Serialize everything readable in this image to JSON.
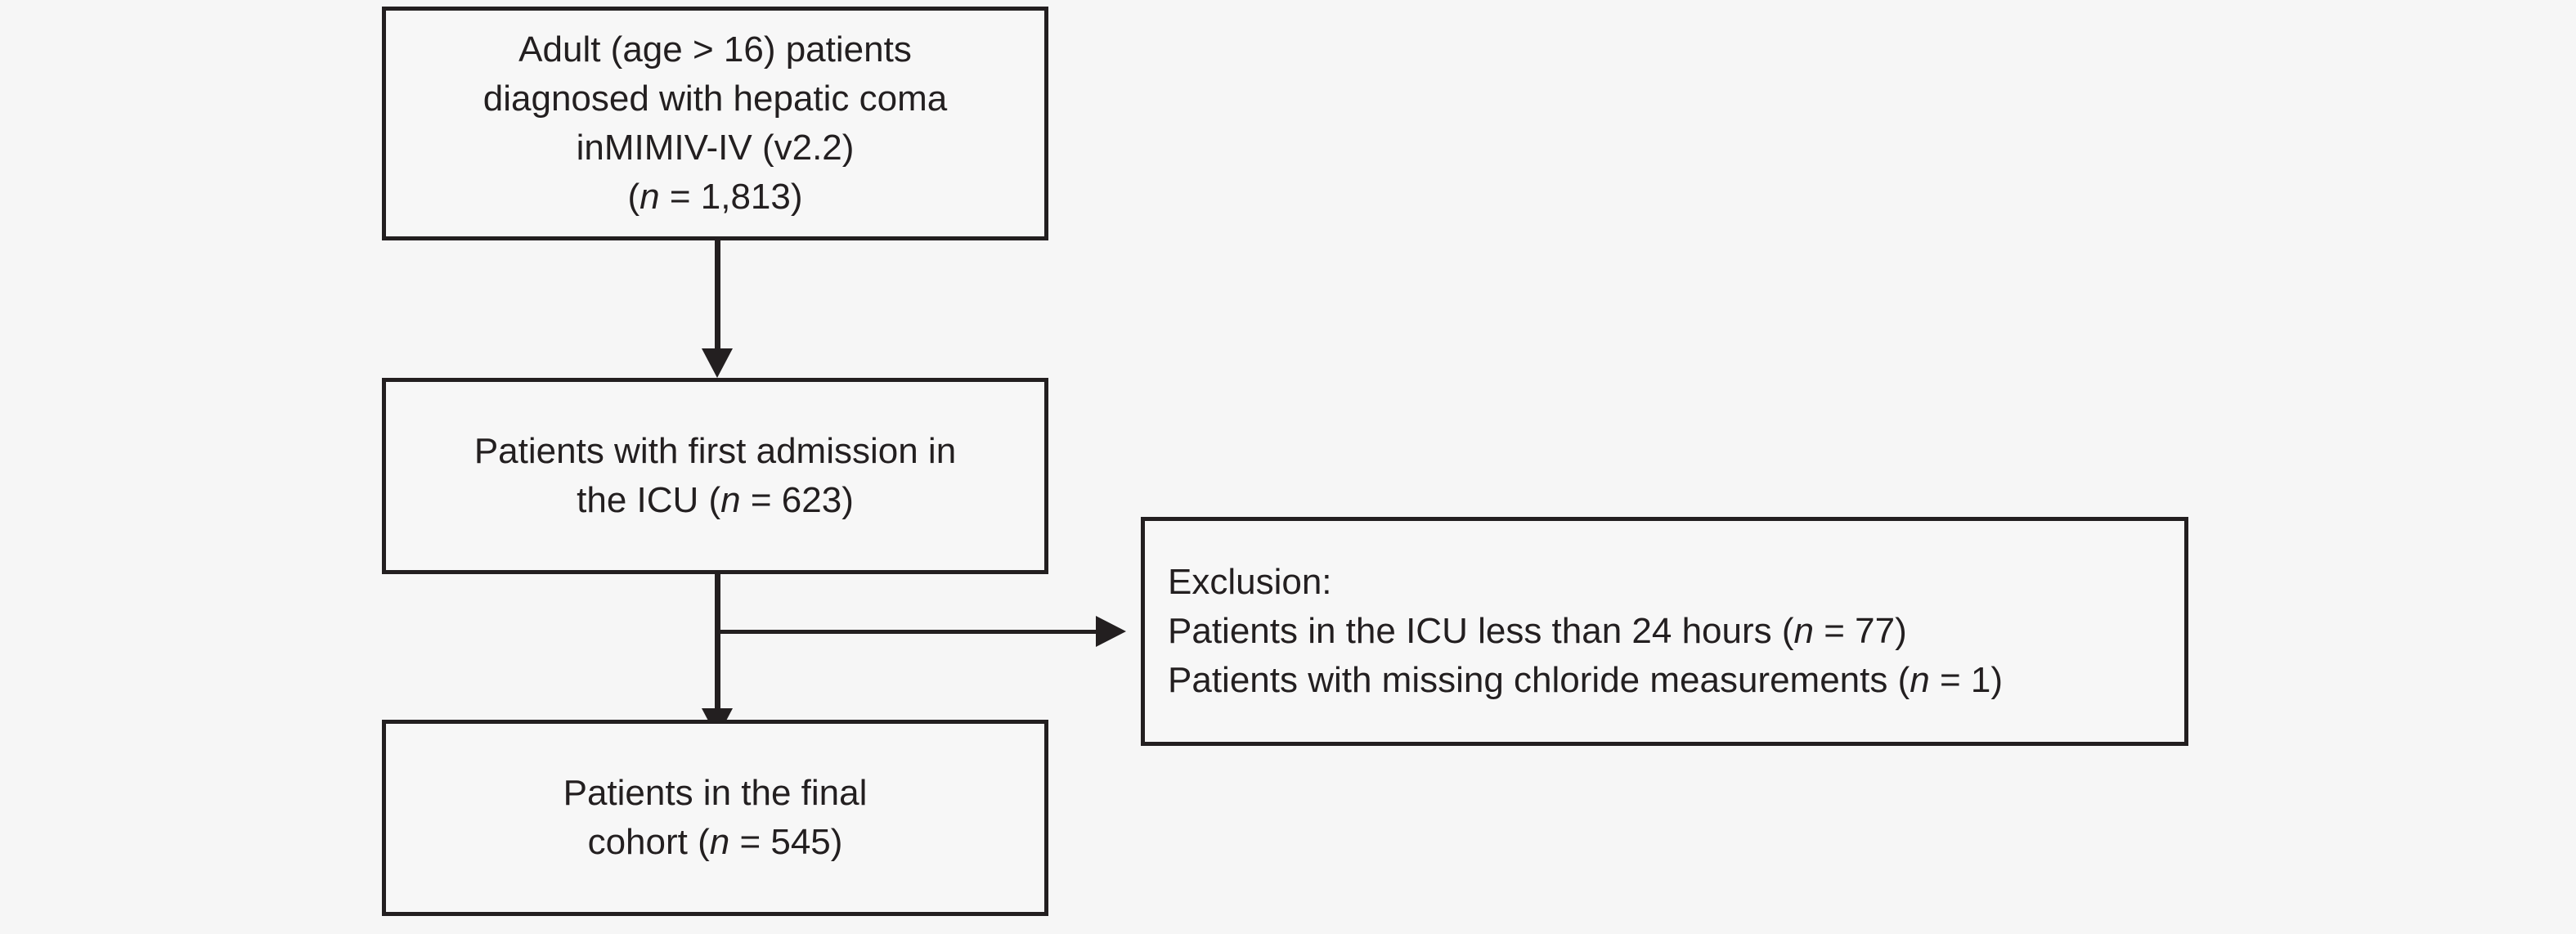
{
  "diagram": {
    "type": "study-flow-diagram",
    "background_color": "#f6f6f6",
    "stroke_color": "#231f20",
    "nodes": [
      {
        "id": "source-cohort",
        "align": "center",
        "lines": [
          "Adult (age > 16) patients",
          "diagnosed with hepatic coma",
          "inMIMIV-IV (v2.2)",
          "(n = 1,813)"
        ],
        "n_label": "n",
        "n_value": "1,813"
      },
      {
        "id": "first-admission",
        "align": "center",
        "lines": [
          "Patients with first admission in",
          "the ICU (n = 623)"
        ],
        "n_label": "n",
        "n_value": "623"
      },
      {
        "id": "exclusion",
        "align": "left",
        "lines": [
          "Exclusion:",
          "Patients in the ICU less than 24 hours (n = 77)",
          "Patients with missing chloride measurements (n = 1)"
        ],
        "heading": "Exclusion:",
        "criteria": [
          {
            "text": "Patients in the ICU less than 24 hours",
            "n_label": "n",
            "n_value": "77"
          },
          {
            "text": "Patients with missing chloride measurements",
            "n_label": "n",
            "n_value": "1"
          }
        ]
      },
      {
        "id": "final-cohort",
        "align": "center",
        "lines": [
          "Patients in the final",
          "cohort (n = 545)"
        ],
        "n_label": "n",
        "n_value": "545"
      }
    ],
    "text": {
      "source_line1": "Adult (age > 16) patients",
      "source_line2": "diagnosed with hepatic coma",
      "source_line3": "inMIMIV-IV (v2.2)",
      "source_paren_open": "(",
      "source_n_italic": "n",
      "source_n_rest": " = 1,813)",
      "firstadm_line1": "Patients with first admission in",
      "firstadm_line2_a": "the ICU (",
      "firstadm_n_italic": "n",
      "firstadm_line2_b": " = 623)",
      "excl_heading": "Exclusion:",
      "excl_line1_a": "Patients in the ICU less than 24 hours (",
      "excl_line1_n": "n",
      "excl_line1_b": " = 77)",
      "excl_line2_a": "Patients with missing chloride measurements (",
      "excl_line2_n": "n",
      "excl_line2_b": " = 1)",
      "final_line1": "Patients in the final",
      "final_line2_a": "cohort (",
      "final_n_italic": "n",
      "final_line2_b": " = 545)"
    },
    "connectors": [
      {
        "id": "source-to-firstadmission",
        "from": "source-cohort",
        "to": "first-admission",
        "direction": "down",
        "arrowhead": true
      },
      {
        "id": "firstadmission-to-exclusion",
        "from": "first-admission",
        "to": "exclusion",
        "direction": "right",
        "arrowhead": true
      },
      {
        "id": "firstadmission-to-final",
        "from": "first-admission",
        "to": "final-cohort",
        "direction": "down",
        "arrowhead": true
      }
    ]
  }
}
